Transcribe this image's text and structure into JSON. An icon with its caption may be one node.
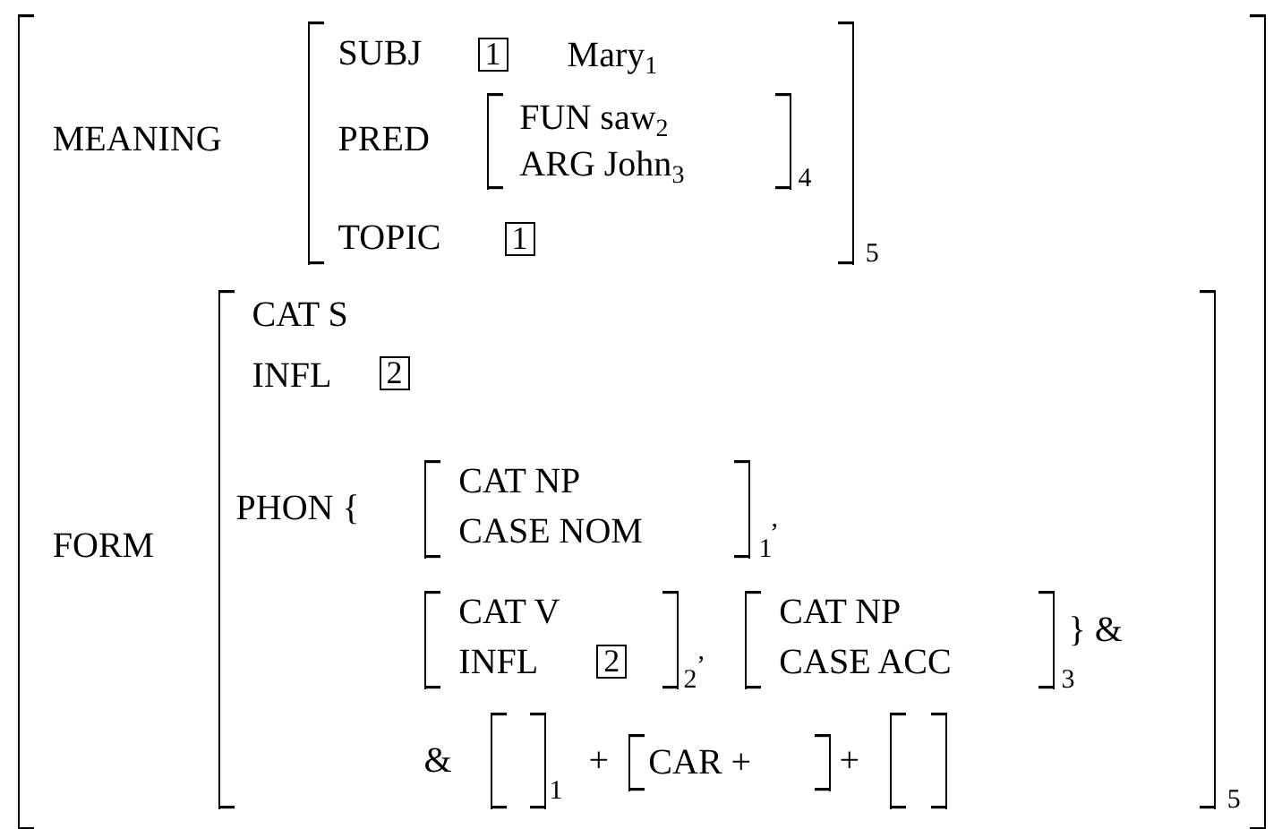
{
  "diagram": {
    "nodes": [
      {
        "text": [
          "MEANING",
          "FORM"
        ]
      },
      {
        "text": [
          "SUBJ",
          "Mary$_{1}$",
          "PRED",
          "TOPIC"
        ],
        "in": 0,
        "beside": [
          "5"
        ]
      },
      {
        "text": [
          "1"
        ],
        "in": 1
      },
      {
        "text": [
          "FUN saw$_{2}$",
          "ARG John$_{3}$"
        ],
        "in": 1,
        "beside": [
          "4"
        ]
      },
      {
        "text": [
          "1"
        ],
        "in": 1
      },
      {
        "text": [
          "CAT S",
          "INFL",
          "PHON {",
          "} &",
          "&",
          "+",
          "+"
        ],
        "in": 0,
        "beside": [
          "5"
        ]
      },
      {
        "text": [
          "2"
        ],
        "in": 5
      },
      {
        "text": [
          "CAT NP",
          "CASE NOM"
        ],
        "in": 5,
        "beside": [
          "1",
          ","
        ]
      },
      {
        "text": [
          "CAT V",
          "INFL"
        ],
        "in": 5,
        "beside": [
          "2",
          ","
        ]
      },
      {
        "text": [
          "2"
        ],
        "in": 8
      },
      {
        "text": [
          "CAT NP",
          "CASE ACC"
        ],
        "in": 5,
        "beside": [
          "3"
        ]
      },
      {
        "text": [],
        "shape": "bracket",
        "in": 5,
        "beside": [
          "1"
        ]
      },
      {
        "text": [
          "CAR +"
        ],
        "in": 5
      },
      {
        "text": [],
        "shape": "bracket",
        "in": 5
      }
    ]
  }
}
